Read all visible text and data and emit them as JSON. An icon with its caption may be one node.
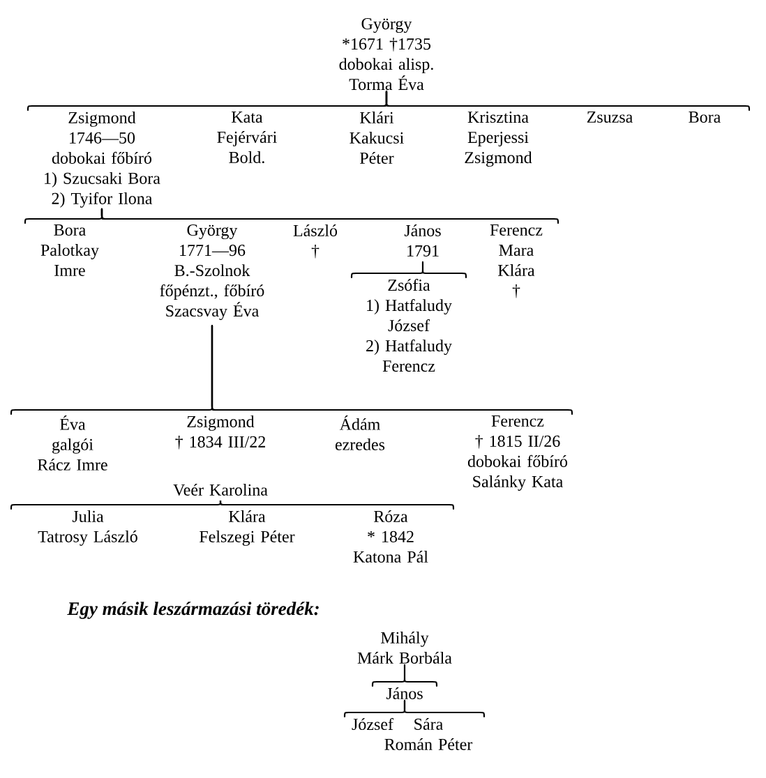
{
  "diagram": {
    "nodes": [
      {
        "text": [
          "György",
          "*1671 †1735",
          "dobokai alisp.",
          "Torma Éva"
        ]
      },
      {
        "text": [
          "Zsigmond",
          "1746—50",
          "dobokai főbíró",
          "1) Szucsaki Bora",
          "2) Tyifor Ilona"
        ]
      },
      {
        "text": [
          "Kata",
          "Fejérvári Bold."
        ]
      },
      {
        "text": [
          "Klári",
          "Kakucsi Péter"
        ]
      },
      {
        "text": [
          "Krisztina",
          "Eperjessi Zsigmond"
        ]
      },
      {
        "text": [
          "Zsuzsa"
        ]
      },
      {
        "text": [
          "Bora"
        ]
      },
      {
        "text": [
          "Bora",
          "Palotkay Imre"
        ]
      },
      {
        "text": [
          "György",
          "1771—96",
          "B.-Szolnok főpénzt., főbíró",
          "Szacsvay Éva"
        ]
      },
      {
        "text": [
          "László",
          "†"
        ]
      },
      {
        "text": [
          "János",
          "1791"
        ]
      },
      {
        "text": [
          "Ferencz",
          "Mara Klára",
          "†"
        ]
      },
      {
        "text": [
          "Zsófia",
          "1) Hatfaludy József",
          "2) Hatfaludy Ferencz"
        ]
      },
      {
        "text": [
          "Éva",
          "galgói Rácz Imre"
        ]
      },
      {
        "text": [
          "Zsigmond",
          "† 1834 III/22",
          "Veér Karolina"
        ]
      },
      {
        "text": [
          "Ádám",
          "ezredes"
        ]
      },
      {
        "text": [
          "Ferencz",
          "† 1815 II/26",
          "dobokai főbíró",
          "Salánky Kata"
        ]
      },
      {
        "text": [
          "Julia",
          "Tatrosy László"
        ]
      },
      {
        "text": [
          "Klára",
          "Felszegi Péter"
        ]
      },
      {
        "text": [
          "Róza",
          "* 1842",
          "Katona Pál"
        ]
      },
      {
        "text": [
          "Mihály",
          "Márk Borbála"
        ]
      },
      {
        "text": [
          "János"
        ]
      },
      {
        "text": [
          "József"
        ]
      },
      {
        "text": [
          "Sára",
          "Román Péter"
        ]
      }
    ],
    "edges": [
      {
        "from": 0,
        "to": 1,
        "arrow": "none"
      },
      {
        "from": 0,
        "to": 2,
        "arrow": "none"
      },
      {
        "from": 0,
        "to": 3,
        "arrow": "none"
      },
      {
        "from": 0,
        "to": 4,
        "arrow": "none"
      },
      {
        "from": 0,
        "to": 5,
        "arrow": "none"
      },
      {
        "from": 0,
        "to": 6,
        "arrow": "none"
      },
      {
        "from": 1,
        "to": 7,
        "arrow": "none"
      },
      {
        "from": 1,
        "to": 8,
        "arrow": "none"
      },
      {
        "from": 1,
        "to": 9,
        "arrow": "none"
      },
      {
        "from": 1,
        "to": 10,
        "arrow": "none"
      },
      {
        "from": 1,
        "to": 11,
        "arrow": "none"
      },
      {
        "from": 10,
        "to": 12,
        "arrow": "none"
      },
      {
        "from": 8,
        "to": 13,
        "arrow": "none"
      },
      {
        "from": 8,
        "to": 14,
        "arrow": "none"
      },
      {
        "from": 8,
        "to": 15,
        "arrow": "none"
      },
      {
        "from": 8,
        "to": 16,
        "arrow": "none"
      },
      {
        "from": 14,
        "to": 17,
        "arrow": "none"
      },
      {
        "from": 14,
        "to": 18,
        "arrow": "none"
      },
      {
        "from": 14,
        "to": 19,
        "arrow": "none"
      },
      {
        "from": 20,
        "to": 21,
        "arrow": "none"
      },
      {
        "from": 21,
        "to": 22,
        "arrow": "none"
      },
      {
        "from": 21,
        "to": 23,
        "arrow": "none"
      }
    ],
    "labels": [
      "Egy másik leszármazási töredék:"
    ]
  }
}
